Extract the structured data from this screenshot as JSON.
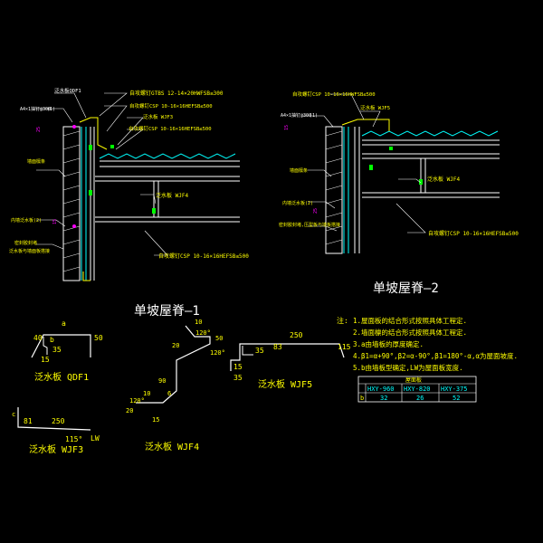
{
  "colors": {
    "background": "#000000",
    "white": "#ffffff",
    "yellow": "#ffff00",
    "cyan": "#00ffff",
    "magenta": "#ff00ff",
    "green": "#00ff00"
  },
  "detail1": {
    "title": "单坡屋脊—1",
    "callout_qdf1": "泛水板QDF1",
    "callout_screw_top": "自攻螺钉GTBS  12-14×20HWFSB≤300",
    "callout_screw_mid": "自攻螺钉CSP  10-16×16HEFSB≤500",
    "callout_wjf3": "泛水板 WJF3",
    "callout_screw_csp2": "自攻螺钉CSP  10-16×16HEFSB≤500",
    "callout_wjf4": "泛水板 WJF4",
    "callout_screw_bottom": "自攻螺钉CSP  10-16×16HEFSB≤500",
    "left_label_1": "A4×1抽钉@300",
    "left_label_1_circle": "(1)",
    "left_label_2": "墙面檩条",
    "left_label_3": "内墙泛水板(2)",
    "left_label_4": "密封胶封堵",
    "left_label_5": "泛水板与墙面板搭接",
    "dim_25": "25",
    "dim_15": "15"
  },
  "detail2": {
    "title": "单坡屋脊—2",
    "callout_screw_top": "自攻螺钉CSP  10-16×16HWFSB≤500",
    "callout_a4": "A4×1抽钉@300",
    "callout_a4_circle": "(1)",
    "callout_wjf5": "泛水板 WJF5",
    "callout_side": "墙面檩条",
    "callout_wjf4": "泛水板 WJF4",
    "callout_inner": "内墙泛水板(2)",
    "callout_seal": "密封胶封堵,压型板与墙板搭接",
    "callout_screw_bottom": "自攻螺钉CSP  10-16×16HEFSB≤500",
    "dim_15": "15",
    "dim_25": "25"
  },
  "profile_qdf1": {
    "label": "泛水板 QDF1",
    "a": "a",
    "d40": "40",
    "b": "b",
    "d35": "35",
    "d15": "15",
    "d50": "50"
  },
  "profile_wjf3": {
    "label": "泛水板 WJF3",
    "c": "c",
    "d81": "81",
    "d250": "250",
    "d115": "115°",
    "lw": "LW"
  },
  "profile_wjf4": {
    "label": "泛水板 WJF4",
    "d10": "10",
    "d120a": "120°",
    "d50": "50",
    "d20": "20",
    "d120b": "120°",
    "d90": "90",
    "d6": "6",
    "d10b": "10",
    "d120c": "120°",
    "d20b": "20",
    "d15": "15"
  },
  "profile_wjf5": {
    "label": "泛水板 WJF5",
    "d250": "250",
    "d35": "35",
    "d83": "83",
    "d115": "115",
    "d15": "15",
    "d35b": "35"
  },
  "notes": {
    "prefix": "注:",
    "lines": [
      "1.屋面板的结合形式按照具体工程定.",
      "2.墙面檩的结合形式按照具体工程定.",
      "3.a由墙板的厚度确定.",
      "4.β1=α+90°,β2=α-90°,β1=180°-α,α为屋面坡度.",
      "5.b由墙板型确定,LW为屋面板宽度."
    ]
  },
  "table": {
    "header": "屋面板",
    "row_label": "b",
    "columns": [
      "HXY-960",
      "HXY-820",
      "HXY-375"
    ],
    "values": [
      "32",
      "26",
      "52"
    ]
  }
}
